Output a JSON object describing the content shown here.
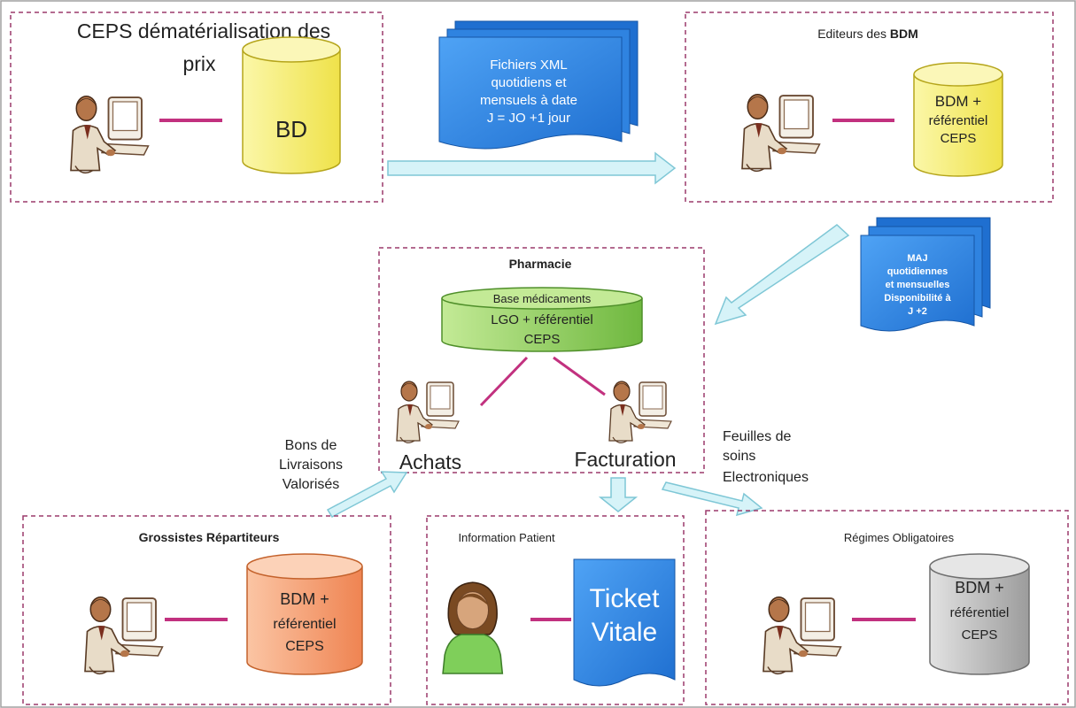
{
  "boxes": {
    "ceps": {
      "title_line1": "CEPS dématérialisation des",
      "title_line2": "prix",
      "db_label": "BD"
    },
    "editeurs": {
      "title_prefix": "Editeurs des ",
      "title_bold": "BDM",
      "db_line1": "BDM +",
      "db_line2": "référentiel",
      "db_line3": "CEPS"
    },
    "pharmacie": {
      "title": "Pharmacie",
      "db_line1": "Base médicaments",
      "db_line2": "LGO + référentiel",
      "db_line3": "CEPS",
      "achats_label": "Achats",
      "facturation_label": "Facturation"
    },
    "grossistes": {
      "title": "Grossistes Répartiteurs",
      "db_line1": "BDM +",
      "db_line2": "référentiel",
      "db_line3": "CEPS"
    },
    "information": {
      "title": "Information Patient",
      "doc_line1": "Ticket",
      "doc_line2": "Vitale"
    },
    "regimes": {
      "title": "Régimes Obligatoires",
      "db_line1": "BDM +",
      "db_line2": "référentiel",
      "db_line3": "CEPS"
    }
  },
  "documents": {
    "xml_files": {
      "line1": "Fichiers XML",
      "line2": "quotidiens et",
      "line3": "mensuels à date",
      "line4": "J = JO +1 jour"
    },
    "maj": {
      "line1": "MAJ",
      "line2": "quotidiennes",
      "line3": "et mensuelles",
      "line4": "Disponibilité à",
      "line5": "J +2"
    }
  },
  "flow_labels": {
    "bons": {
      "line1": "Bons de",
      "line2": "Livraisons",
      "line3": "Valorisés"
    },
    "feuilles": {
      "line1": "Feuilles de",
      "line2": "soins",
      "line3": "Electroniques"
    }
  },
  "colors": {
    "dashed_border": "#9b3a6b",
    "connector": "#c2317f",
    "arrow_fill": "#d6f3f8",
    "arrow_stroke": "#7fc7d6",
    "doc_blue": "#2f83e0",
    "db_yellow": "#f8f27a",
    "db_green": "#9ad36a",
    "db_orange": "#f6a67c",
    "db_gray": "#bdbdbd",
    "frame": "#a0a0a0"
  }
}
